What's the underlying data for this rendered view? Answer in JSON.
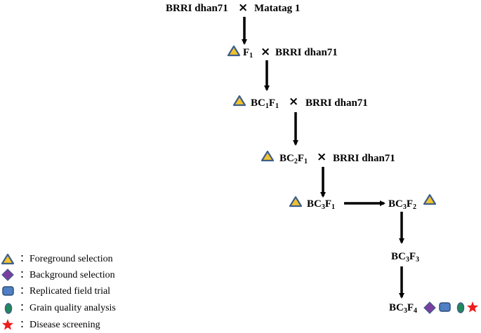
{
  "colors": {
    "triangle_fill": "#f2c22e",
    "triangle_stroke": "#3f5f8a",
    "diamond": "#7a3ea0",
    "rect": "#4f7fc4",
    "ellipse": "#1f8a5a",
    "star": "#ee1c1c"
  },
  "crossing": {
    "row1": {
      "parent1": "BRRI dhan71",
      "cross": "×",
      "parent2": "Matatag 1"
    },
    "row2": {
      "f1": "F",
      "f1_sub": "1",
      "cross": "×",
      "parent": "BRRI dhan71"
    },
    "row3": {
      "bc": "BC",
      "bc_sub": "1",
      "f": "F",
      "f_sub": "1",
      "cross": "×",
      "parent": "BRRI dhan71"
    },
    "row4": {
      "bc": "BC",
      "bc_sub": "2",
      "f": "F",
      "f_sub": "1",
      "cross": "×",
      "parent": "BRRI dhan71"
    },
    "row5": {
      "bc": "BC",
      "bc_sub": "3",
      "f": "F",
      "f_sub": "1"
    },
    "row5b": {
      "bc": "BC",
      "bc_sub": "3",
      "f": "F",
      "f_sub": "2"
    },
    "row6": {
      "bc": "BC",
      "bc_sub": "3",
      "f": "F",
      "f_sub": "3"
    },
    "row7": {
      "bc": "BC",
      "bc_sub": "3",
      "f": "F",
      "f_sub": "4"
    }
  },
  "legend": {
    "foreground": "：Foreground selection",
    "background": "：Background selection",
    "field_trial": "：Replicated field trial",
    "grain_quality": "：Grain quality analysis",
    "disease": "：Disease screening"
  }
}
